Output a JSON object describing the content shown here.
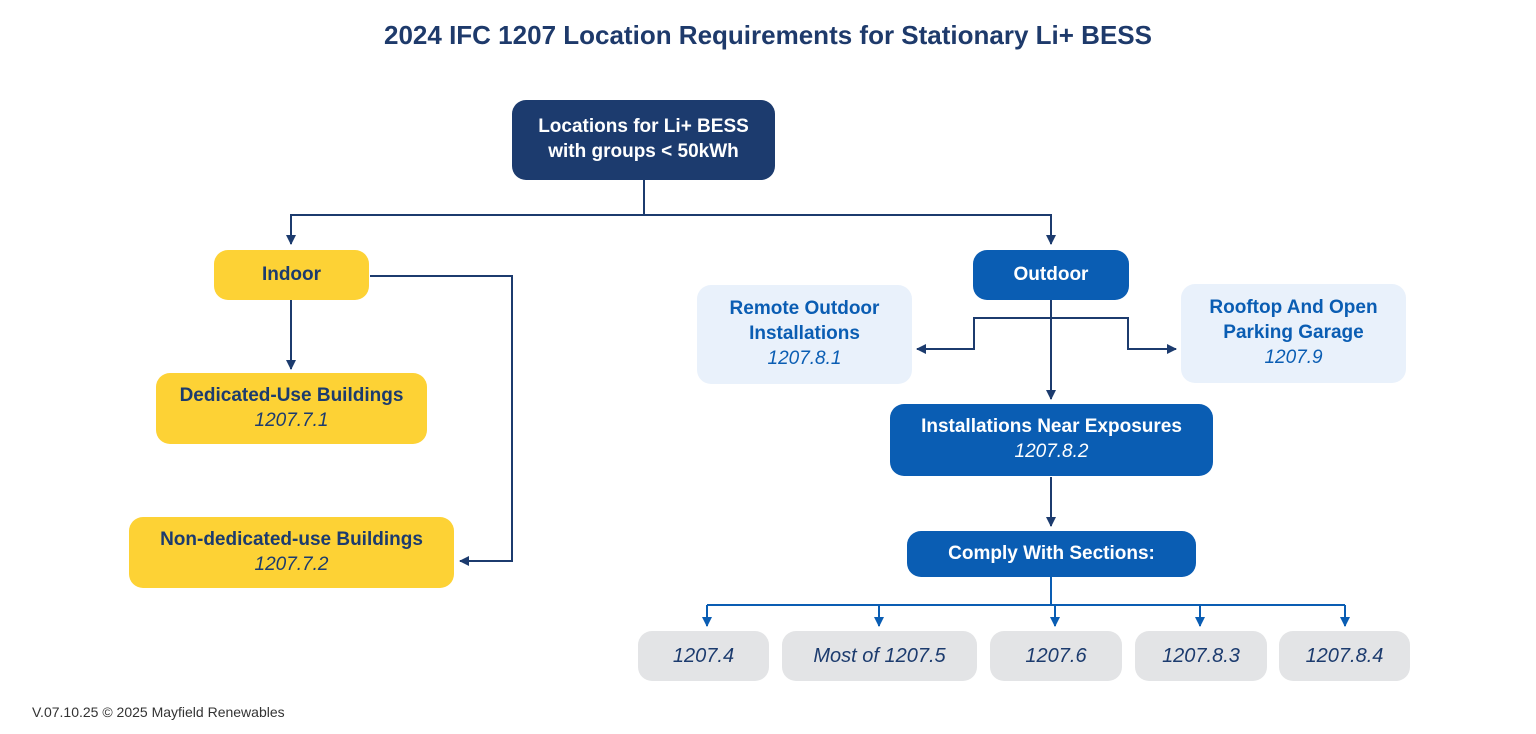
{
  "title": "2024 IFC 1207 Location Requirements for Stationary Li+ BESS",
  "root": {
    "line1": "Locations for Li+ BESS",
    "line2": "with groups < 50kWh"
  },
  "indoor": {
    "label": "Indoor",
    "dedicated": {
      "label": "Dedicated-Use Buildings",
      "code": "1207.7.1"
    },
    "non_dedicated": {
      "label": "Non-dedicated-use Buildings",
      "code": "1207.7.2"
    }
  },
  "outdoor": {
    "label": "Outdoor",
    "remote": {
      "line1": "Remote Outdoor",
      "line2": "Installations",
      "code": "1207.8.1"
    },
    "rooftop": {
      "line1": "Rooftop And Open",
      "line2": "Parking Garage",
      "code": "1207.9"
    },
    "near_exposures": {
      "label": "Installations Near Exposures",
      "code": "1207.8.2"
    },
    "comply": {
      "label": "Comply With Sections:"
    },
    "sections": [
      "1207.4",
      "Most of 1207.5",
      "1207.6",
      "1207.8.3",
      "1207.8.4"
    ]
  },
  "colors": {
    "navy": "#1c3b6e",
    "yellow": "#fdd235",
    "blue": "#0a5db3",
    "pale_blue": "#e9f1fb",
    "gray": "#e3e4e6"
  },
  "footer": "V.07.10.25  © 2025 Mayfield Renewables"
}
